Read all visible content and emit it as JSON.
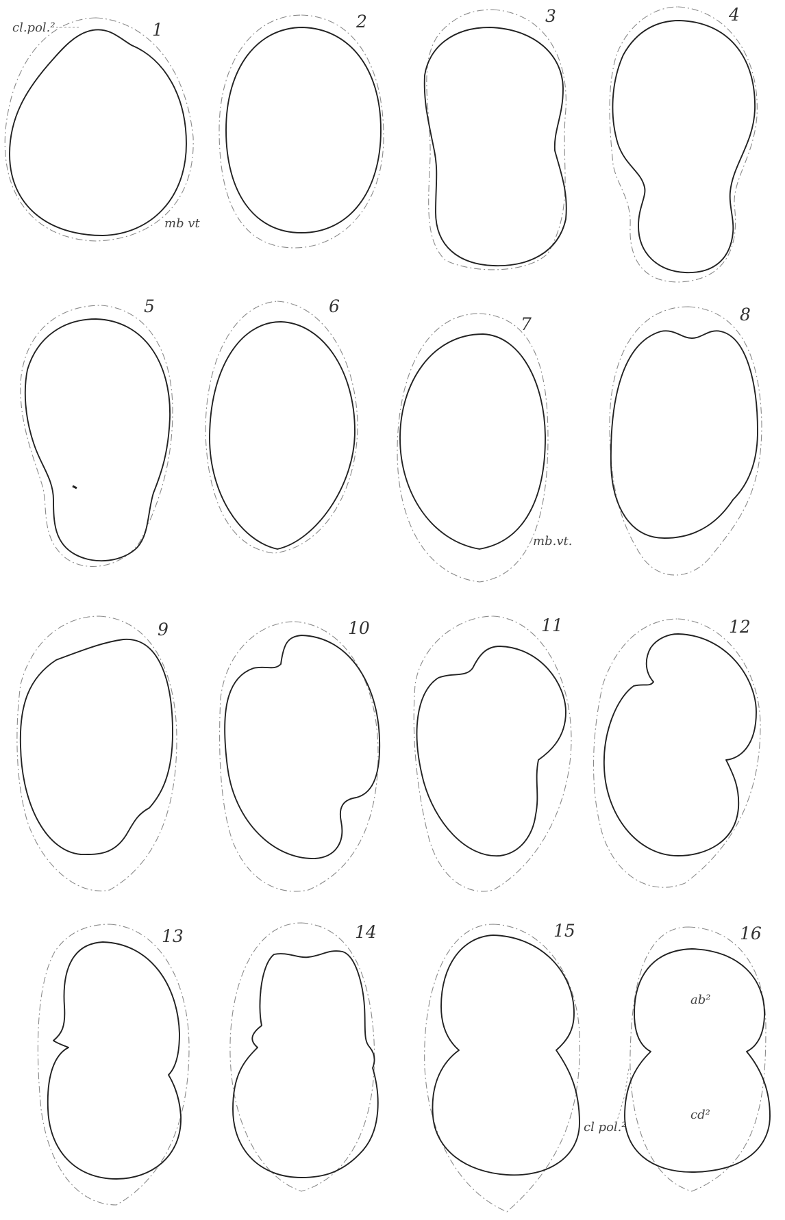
{
  "figures": [
    {
      "number": "1"
    },
    {
      "number": "2"
    },
    {
      "number": "3"
    },
    {
      "number": "4"
    },
    {
      "number": "5"
    },
    {
      "number": "6"
    },
    {
      "number": "7"
    },
    {
      "number": "8"
    },
    {
      "number": "9"
    },
    {
      "number": "10"
    },
    {
      "number": "11"
    },
    {
      "number": "12"
    },
    {
      "number": "13"
    },
    {
      "number": "14"
    },
    {
      "number": "15"
    },
    {
      "number": "16"
    }
  ],
  "labels": {
    "cl_pol_fig1": "cl.pol.²",
    "mb_vt_fig1": "mb vt",
    "mb_vt_fig7": "mb.vt.",
    "cl_pol_fig15": "cl pol.²",
    "ab2": "ab²",
    "cd2": "cd²"
  },
  "colors": {
    "outline": "#222222",
    "membrane": "#8a8a8a",
    "background": "#ffffff"
  }
}
